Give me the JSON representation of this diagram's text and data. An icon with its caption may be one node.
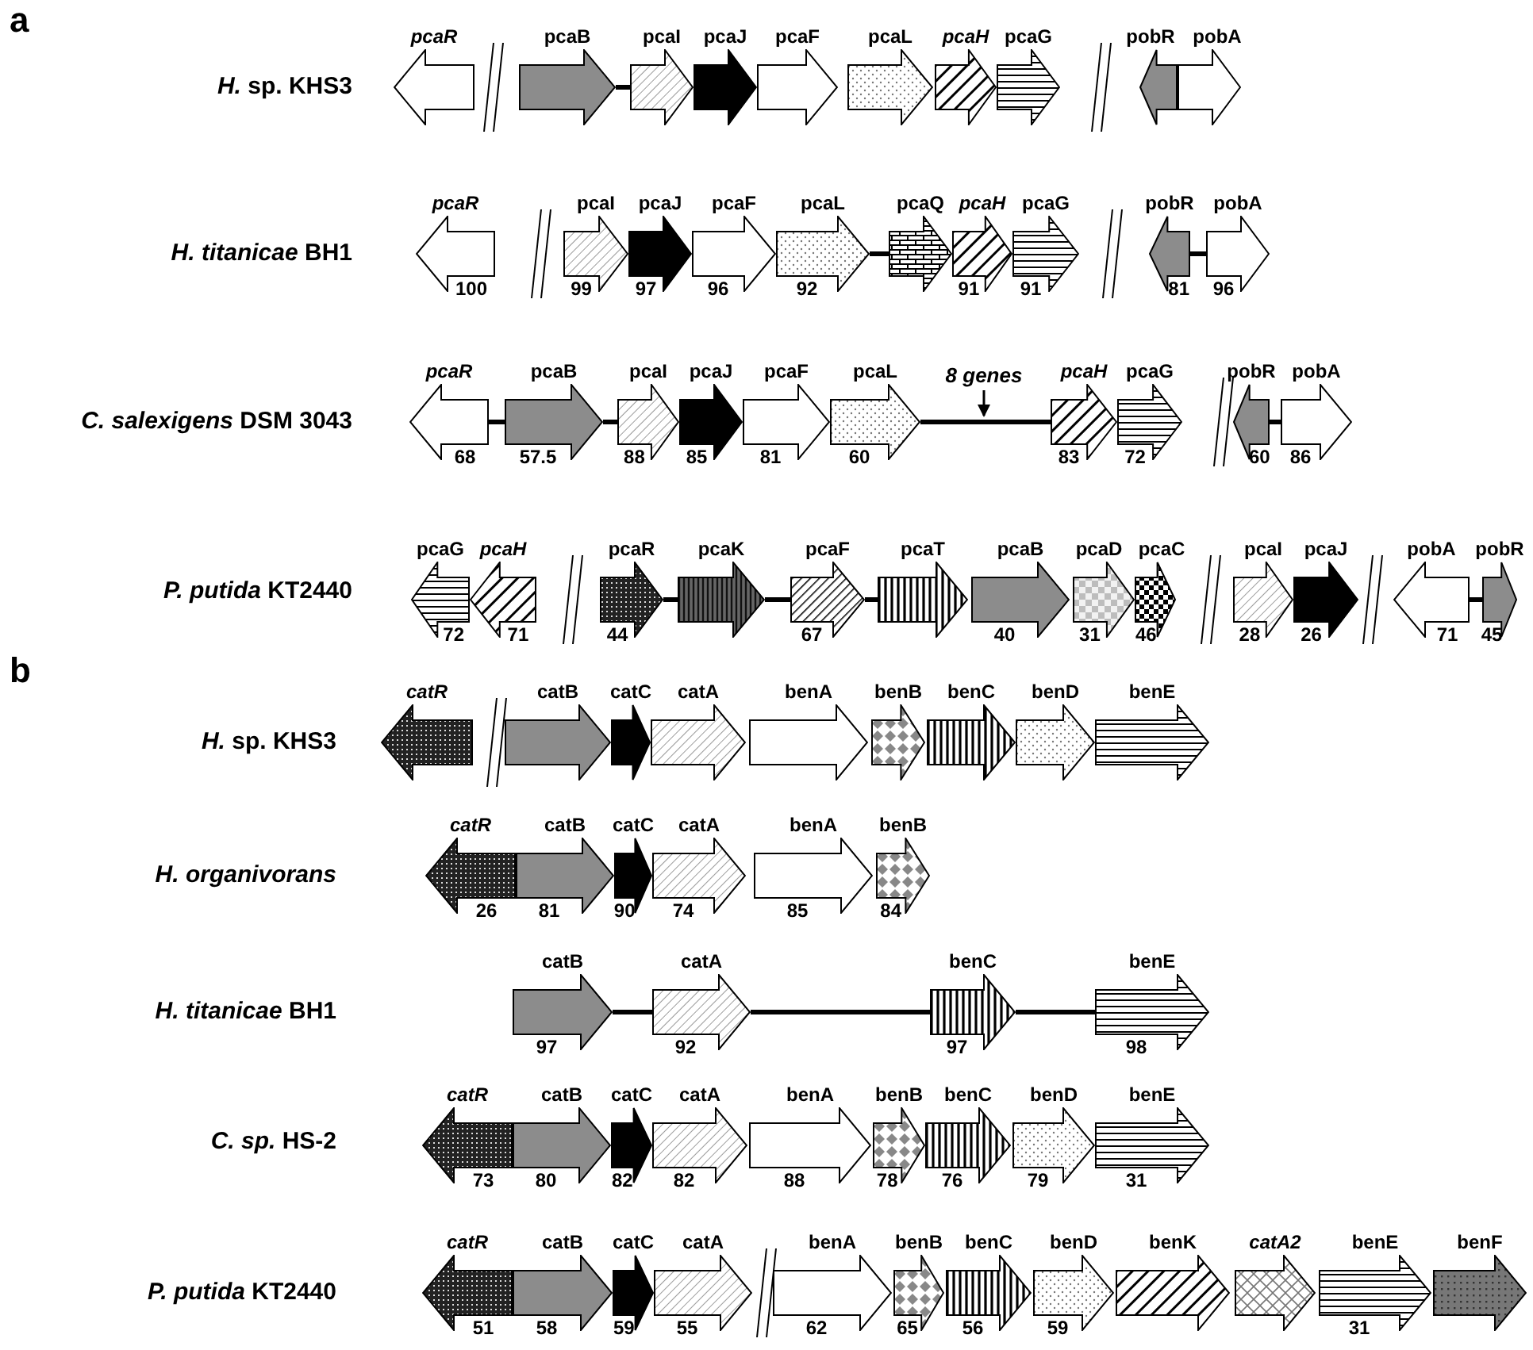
{
  "diagram": {
    "nodes": [
      {
        "text": [
          "*pcaR*"
        ]
      },
      {
        "text": [
          "pcaB"
        ]
      },
      {
        "text": [
          "pcaI"
        ]
      },
      {
        "text": [
          "pcaJ"
        ]
      },
      {
        "text": [
          "pcaF"
        ]
      },
      {
        "text": [
          "pcaL"
        ]
      },
      {
        "text": [
          "*pcaH*"
        ]
      },
      {
        "text": [
          "pcaG"
        ]
      },
      {
        "text": [
          "pobR"
        ]
      },
      {
        "text": [
          "pobA"
        ]
      },
      {
        "text": [
          "*pcaR*"
        ],
        "beside": [
          "100"
        ]
      },
      {
        "text": [
          "pcaI"
        ],
        "beside": [
          "99"
        ]
      },
      {
        "text": [
          "pcaJ"
        ],
        "beside": [
          "97"
        ]
      },
      {
        "text": [
          "pcaF"
        ],
        "beside": [
          "96"
        ]
      },
      {
        "text": [
          "pcaL"
        ],
        "beside": [
          "92"
        ]
      },
      {
        "text": [
          "pcaQ"
        ]
      },
      {
        "text": [
          "*pcaH*"
        ],
        "beside": [
          "91"
        ]
      },
      {
        "text": [
          "pcaG"
        ],
        "beside": [
          "91"
        ]
      },
      {
        "text": [
          "pobR"
        ],
        "beside": [
          "81"
        ]
      },
      {
        "text": [
          "pobA"
        ],
        "beside": [
          "96"
        ]
      },
      {
        "text": [
          "*pcaR*"
        ],
        "beside": [
          "68"
        ]
      },
      {
        "text": [
          "pcaB"
        ],
        "beside": [
          "57.5"
        ]
      },
      {
        "text": [
          "pcaI"
        ],
        "beside": [
          "88"
        ]
      },
      {
        "text": [
          "pcaJ"
        ],
        "beside": [
          "85"
        ]
      },
      {
        "text": [
          "pcaF"
        ],
        "beside": [
          "81"
        ]
      },
      {
        "text": [
          "pcaL"
        ],
        "beside": [
          "60"
        ]
      },
      {
        "text": [
          "*8 genes*"
        ]
      },
      {
        "text": [
          "*pcaH*"
        ],
        "beside": [
          "83"
        ]
      },
      {
        "text": [
          "pcaG"
        ],
        "beside": [
          "72"
        ]
      },
      {
        "text": [
          "pobR"
        ],
        "beside": [
          "60"
        ]
      },
      {
        "text": [
          "pobA"
        ],
        "beside": [
          "86"
        ]
      },
      {
        "text": [
          "pcaG"
        ],
        "beside": [
          "72"
        ]
      },
      {
        "text": [
          "*pcaH*"
        ],
        "beside": [
          "71"
        ]
      },
      {
        "text": [
          "pcaR"
        ],
        "beside": [
          "44"
        ]
      },
      {
        "text": [
          "pcaK"
        ]
      },
      {
        "text": [
          "pcaF"
        ],
        "beside": [
          "67"
        ]
      },
      {
        "text": [
          "pcaT"
        ]
      },
      {
        "text": [
          "pcaB"
        ],
        "beside": [
          "40"
        ]
      },
      {
        "text": [
          "pcaD"
        ],
        "beside": [
          "31"
        ]
      },
      {
        "text": [
          "pcaC"
        ],
        "beside": [
          "46"
        ]
      },
      {
        "text": [
          "pcaI"
        ],
        "beside": [
          "28"
        ]
      },
      {
        "text": [
          "pcaJ"
        ],
        "beside": [
          "26"
        ]
      },
      {
        "text": [
          "pobA"
        ],
        "beside": [
          "71"
        ]
      },
      {
        "text": [
          "pobR"
        ],
        "beside": [
          "45"
        ]
      },
      {
        "text": [
          "*catR*"
        ]
      },
      {
        "text": [
          "catB"
        ]
      },
      {
        "text": [
          "catC"
        ]
      },
      {
        "text": [
          "catA"
        ]
      },
      {
        "text": [
          "benA"
        ]
      },
      {
        "text": [
          "benB"
        ]
      },
      {
        "text": [
          "benC"
        ]
      },
      {
        "text": [
          "benD"
        ]
      },
      {
        "text": [
          "benE"
        ]
      },
      {
        "text": [
          "*catR*"
        ],
        "beside": [
          "26"
        ]
      },
      {
        "text": [
          "catB"
        ],
        "beside": [
          "81"
        ]
      },
      {
        "text": [
          "catC"
        ],
        "beside": [
          "90"
        ]
      },
      {
        "text": [
          "catA"
        ],
        "beside": [
          "74"
        ]
      },
      {
        "text": [
          "benA"
        ],
        "beside": [
          "85"
        ]
      },
      {
        "text": [
          "benB"
        ],
        "beside": [
          "84"
        ]
      },
      {
        "text": [
          "catB"
        ],
        "beside": [
          "97"
        ]
      },
      {
        "text": [
          "catA"
        ],
        "beside": [
          "92"
        ]
      },
      {
        "text": [
          "benC"
        ],
        "beside": [
          "97"
        ]
      },
      {
        "text": [
          "benE"
        ],
        "beside": [
          "98"
        ]
      },
      {
        "text": [
          "*catR*"
        ],
        "beside": [
          "73"
        ]
      },
      {
        "text": [
          "catB"
        ],
        "beside": [
          "80"
        ]
      },
      {
        "text": [
          "catC"
        ],
        "beside": [
          "82"
        ]
      },
      {
        "text": [
          "catA"
        ],
        "beside": [
          "82"
        ]
      },
      {
        "text": [
          "benA"
        ],
        "beside": [
          "88"
        ]
      },
      {
        "text": [
          "benB"
        ],
        "beside": [
          "78"
        ]
      },
      {
        "text": [
          "benC"
        ],
        "beside": [
          "76"
        ]
      },
      {
        "text": [
          "benD"
        ],
        "beside": [
          "79"
        ]
      },
      {
        "text": [
          "benE"
        ],
        "beside": [
          "31"
        ]
      },
      {
        "text": [
          "*catR*"
        ],
        "beside": [
          "51"
        ]
      },
      {
        "text": [
          "catB"
        ],
        "beside": [
          "58"
        ]
      },
      {
        "text": [
          "catC"
        ],
        "beside": [
          "59"
        ]
      },
      {
        "text": [
          "catA"
        ],
        "beside": [
          "55"
        ]
      },
      {
        "text": [
          "benA"
        ],
        "beside": [
          "62"
        ]
      },
      {
        "text": [
          "benB"
        ],
        "beside": [
          "65"
        ]
      },
      {
        "text": [
          "benC"
        ],
        "beside": [
          "56"
        ]
      },
      {
        "text": [
          "benD"
        ],
        "beside": [
          "59"
        ]
      },
      {
        "text": [
          "benK"
        ]
      },
      {
        "text": [
          "*catA2*"
        ]
      },
      {
        "text": [
          "benE"
        ],
        "beside": [
          "31"
        ]
      },
      {
        "text": [
          "benF"
        ]
      }
    ],
    "edges": [
      {
        "from": 1,
        "to": 2,
        "arrow": "none"
      },
      {
        "from": 14,
        "to": 15,
        "arrow": "none"
      },
      {
        "from": 18,
        "to": 19,
        "arrow": "none"
      },
      {
        "from": 20,
        "to": 21,
        "arrow": "none"
      },
      {
        "from": 21,
        "to": 22,
        "arrow": "none"
      },
      {
        "from": 25,
        "to": 27,
        "arrow": "none"
      },
      {
        "from": 26,
        "to": null,
        "arrow": "to"
      },
      {
        "from": 29,
        "to": 30,
        "arrow": "none"
      },
      {
        "from": 33,
        "to": 34,
        "arrow": "none"
      },
      {
        "from": 34,
        "to": 35,
        "arrow": "none"
      },
      {
        "from": 35,
        "to": 36,
        "arrow": "none"
      },
      {
        "from": 42,
        "to": 43,
        "arrow": "none"
      },
      {
        "from": 59,
        "to": 60,
        "arrow": "none"
      },
      {
        "from": 60,
        "to": 61,
        "arrow": "none"
      },
      {
        "from": 61,
        "to": 62,
        "arrow": "none"
      }
    ],
    "labels": [
      "a",
      "*H.* sp. KHS3",
      "*H. titanicae* BH1",
      "*C. salexigens* DSM 3043",
      "*P. putida* KT2440",
      "b",
      "*H.* sp. KHS3",
      "*H. organivorans*",
      "*H. titanicae* BH1",
      "*C. sp.* HS-2",
      "*P. putida* KT2440"
    ]
  }
}
